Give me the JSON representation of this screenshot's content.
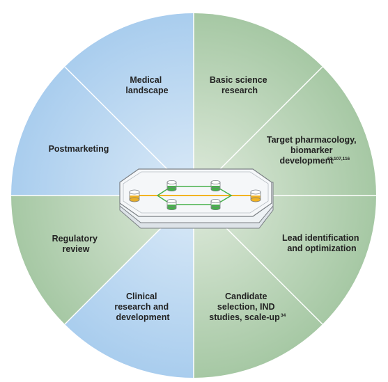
{
  "segments": [
    {
      "id": "medical-landscape",
      "lines": [
        "Medical",
        "landscape"
      ],
      "color": "blue"
    },
    {
      "id": "basic-science-research",
      "lines": [
        "Basic science",
        "research"
      ],
      "color": "green"
    },
    {
      "id": "target-pharmacology",
      "lines": [
        "Target pharmacology,",
        "biomarker",
        "development"
      ],
      "superscript": "63,107,116",
      "color": "green"
    },
    {
      "id": "lead-identification",
      "lines": [
        "Lead identification",
        "and optimization"
      ],
      "color": "green"
    },
    {
      "id": "candidate-selection",
      "lines": [
        "Candidate",
        "selection, IND",
        "studies, scale-up"
      ],
      "superscript": "34",
      "color": "green"
    },
    {
      "id": "clinical-research",
      "lines": [
        "Clinical",
        "research and",
        "development"
      ],
      "color": "blue"
    },
    {
      "id": "regulatory-review",
      "lines": [
        "Regulatory",
        "review"
      ],
      "color": "green"
    },
    {
      "id": "postmarketing",
      "lines": [
        "Postmarketing"
      ],
      "color": "blue"
    }
  ],
  "colors": {
    "blue_center": "#dbeaf7",
    "blue_edge": "#a9cdee",
    "green_center": "#dfeadc",
    "green_edge": "#a6c8a4",
    "divider": "#ffffff",
    "chip_outline": "#7a7f84",
    "channel_yellow": "#f2b322",
    "channel_green": "#46b04a"
  },
  "center_icon": "organ-on-chip-device-icon"
}
